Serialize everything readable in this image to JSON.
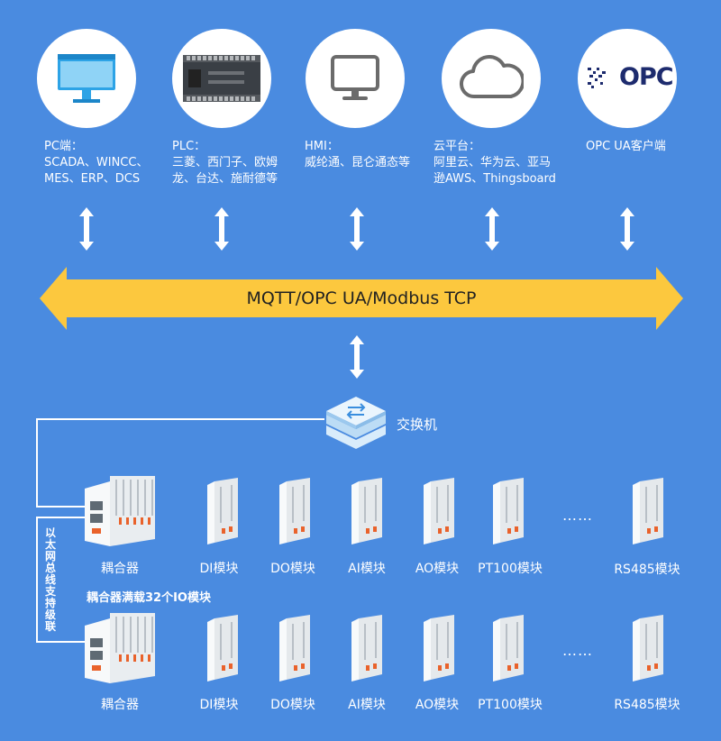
{
  "endpoints": [
    {
      "name": "pc",
      "text": "PC端：\nSCADA、WINCC、\nMES、ERP、DCS"
    },
    {
      "name": "plc",
      "text": "PLC：\n三菱、西门子、欧姆\n龙、台达、施耐德等"
    },
    {
      "name": "hmi",
      "text": "HMI：\n威纶通、昆仑通态等"
    },
    {
      "name": "cloud",
      "text": "云平台：\n阿里云、华为云、亚马\n逊AWS、Thingsboard"
    },
    {
      "name": "opc",
      "text": "OPC  UA客户端"
    }
  ],
  "opc_logo_text": "OPC",
  "protocol_bar": "MQTT/OPC UA/Modbus TCP",
  "switch_label": "交换机",
  "cascade_label": "以太网总线支持级联",
  "coupler_note": "耦合器满载32个IO模块",
  "row1": [
    "耦合器",
    "DI模块",
    "DO模块",
    "AI模块",
    "AO模块",
    "PT100模块",
    "RS485模块"
  ],
  "row2": [
    "耦合器",
    "DI模块",
    "DO模块",
    "AI模块",
    "AO模块",
    "PT100模块",
    "RS485模块"
  ],
  "dots": "……",
  "colors": {
    "background": "#4a8be0",
    "arrow": "#fcc83e",
    "accent": "#e9622b"
  }
}
